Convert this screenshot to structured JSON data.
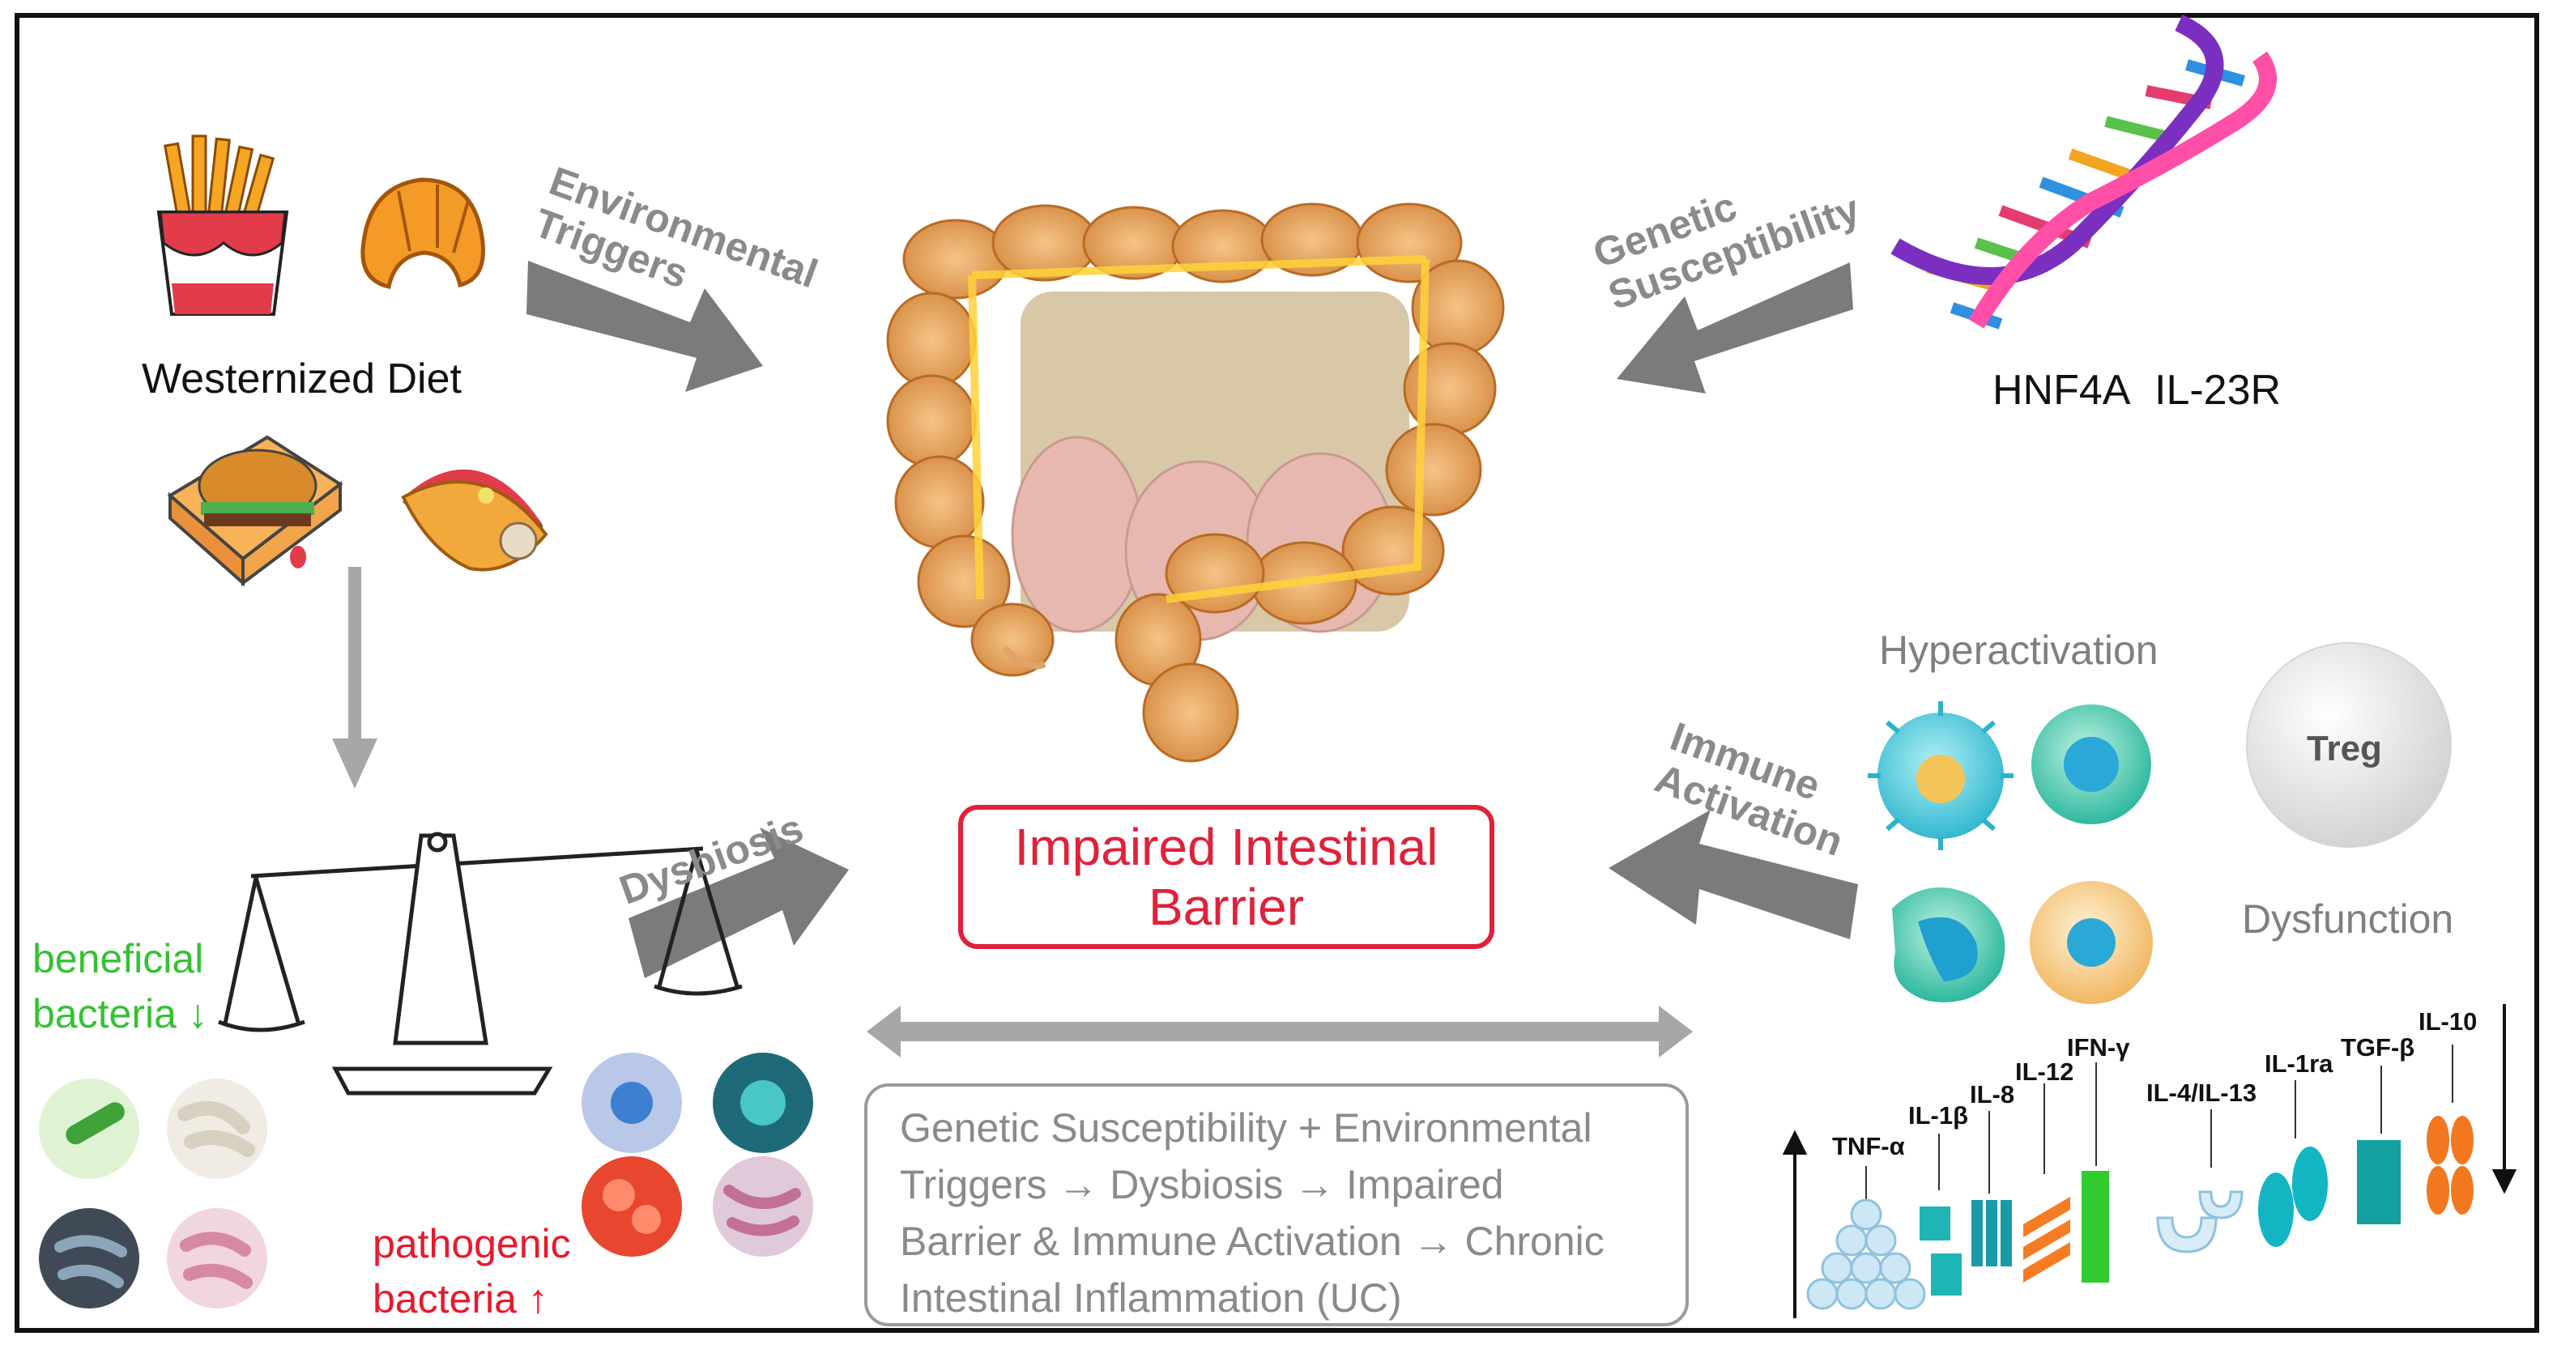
{
  "diet": {
    "title": "Westernized Diet"
  },
  "arrows": {
    "environmental": "Environmental\nTriggers",
    "genetic": "Genetic\nSusceptibility",
    "dysbiosis": "Dysbiosis",
    "immune": "Immune\nActivation"
  },
  "genes": {
    "gene1": "HNF4A",
    "gene2": "IL-23R"
  },
  "center": {
    "title": "Impaired Intestinal\nBarrier"
  },
  "bacteria": {
    "beneficial": "beneficial\nbacteria ↓",
    "pathogenic": "pathogenic\nbacteria ↑"
  },
  "immune": {
    "hyperactivation": "Hyperactivation",
    "dysfunction": "Dysfunction",
    "treg": "Treg"
  },
  "cytokines": {
    "pro": [
      "TNF-α",
      "IL-1β",
      "IL-8",
      "IL-12",
      "IFN-γ"
    ],
    "anti": [
      "IL-4/IL-13",
      "IL-1ra",
      "TGF-β",
      "IL-10"
    ]
  },
  "summary": {
    "lines": [
      "Genetic Susceptibility + Environmental",
      "Triggers → Dysbiosis → Impaired",
      "Barrier & Immune Activation → Chronic",
      "Intestinal Inflammation (UC)"
    ]
  },
  "colors": {
    "accent_red": "#e0213a",
    "arrow_gray": "#7b7b7b",
    "beneficial_green": "#33c233",
    "pathogenic_red": "#e8192c"
  }
}
